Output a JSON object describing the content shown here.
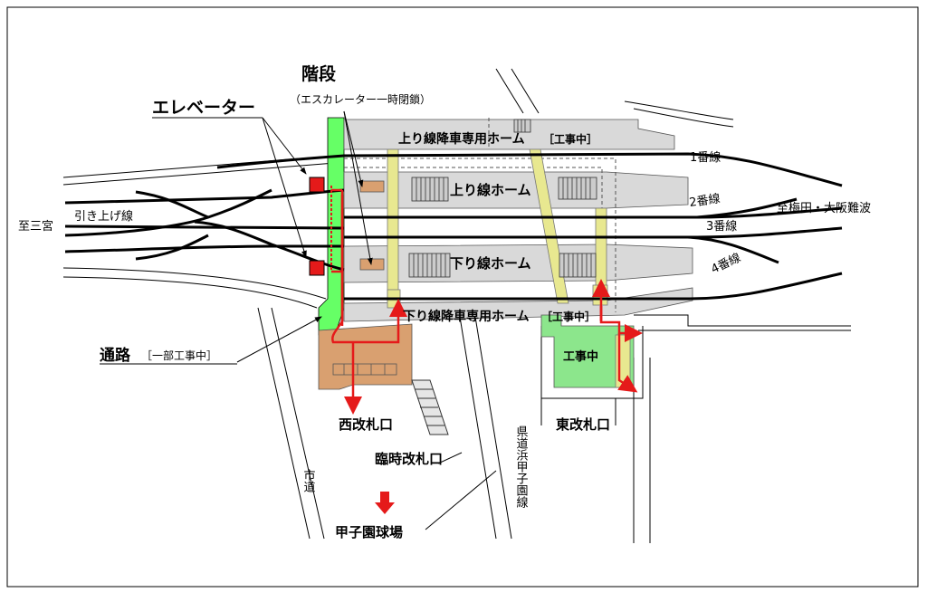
{
  "labels": {
    "stairs": "階段",
    "stairs_note": "（エスカレーター一時閉鎖）",
    "elevator": "エレベーター",
    "passage": "通路",
    "passage_note": "［一部工事中］",
    "to_sannomiya": "至三宮",
    "to_umeda": "至梅田・大阪難波",
    "siding": "引き上げ線",
    "west_gate": "西改札口",
    "temp_gate": "臨時改札口",
    "east_gate": "東改札口",
    "koshien": "甲子園球場",
    "city_road": "市道",
    "pref_road": "県道浜甲子園線",
    "under_construction": "工事中"
  },
  "platforms": {
    "up_alighting": "上り線降車専用ホーム",
    "up": "上り線ホーム",
    "down": "下り線ホーム",
    "down_alighting": "下り線降車専用ホーム",
    "construction_tag": "［工事中］"
  },
  "tracks": [
    "1番線",
    "2番線",
    "3番線",
    "4番線"
  ],
  "colors": {
    "platform": "#d9d9d9",
    "green": "#66ff66",
    "stairs_yellow": "#e8e890",
    "concourse": "#d9a070",
    "route_red": "#e51a1a",
    "elevator_red": "#e51a1a",
    "construction_green": "#8ce68c"
  }
}
